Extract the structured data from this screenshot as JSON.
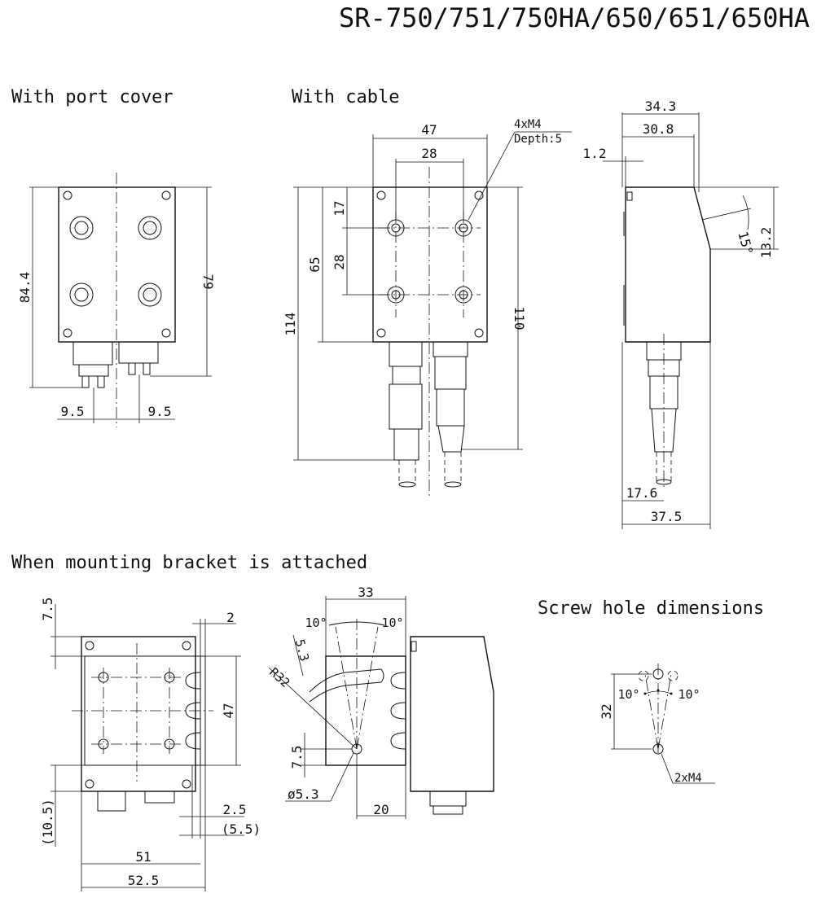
{
  "title": "SR-750/751/750HA/650/651/650HA",
  "sections": {
    "port_cover": "With port cover",
    "cable": "With cable",
    "bracket": "When mounting bracket is attached",
    "screw": "Screw hole dimensions"
  },
  "port_cover_dims": {
    "height_outer": "84.4",
    "height": "79",
    "offset_left": "9.5",
    "offset_right": "9.5"
  },
  "cable_dims": {
    "width": "47",
    "hole_pitch_x": "28",
    "screw_note_1": "4xM4",
    "screw_note_2": "Depth:5",
    "hole_top": "17",
    "hole_pitch_y": "28",
    "body_height": "65",
    "total_left": "114",
    "total_right": "110"
  },
  "side_dims": {
    "depth_total": "34.3",
    "depth_body": "30.8",
    "lip": "1.2",
    "angle": "15°",
    "slope_h": "13.2",
    "cable_offset": "17.6",
    "bottom_width": "37.5"
  },
  "bracket_dims": {
    "top_offset": "7.5",
    "thickness": "2",
    "height": "47",
    "bottom_offset": "(10.5)",
    "gap": "2.5",
    "gap_ref": "(5.5)",
    "width_inner": "51",
    "width_outer": "52.5",
    "depth": "33",
    "angle_left": "10°",
    "angle_right": "10°",
    "slot": "5.3",
    "radius": "R32",
    "hole_offset": "7.5",
    "hole_dia": "ø5.3",
    "hole_pos": "20"
  },
  "screw_dims": {
    "height": "32",
    "angle_left": "10°",
    "angle_right": "10°",
    "screw_note": "2xM4"
  }
}
